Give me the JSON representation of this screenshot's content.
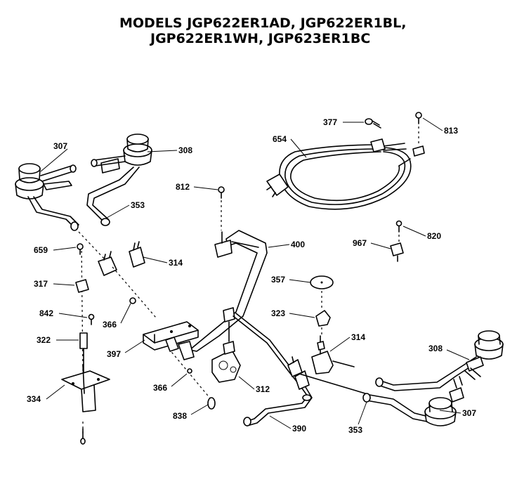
{
  "title": {
    "line1": "MODELS JGP622ER1AD, JGP622ER1BL,",
    "line2": "JGP622ER1WH, JGP623ER1BC"
  },
  "labels": {
    "p307_left": "307",
    "p308_left": "308",
    "p353_left": "353",
    "p314_left": "314",
    "p659": "659",
    "p317": "317",
    "p842": "842",
    "p322": "322",
    "p334": "334",
    "p366_upper": "366",
    "p397": "397",
    "p366_lower": "366",
    "p838": "838",
    "p812": "812",
    "p400": "400",
    "p312": "312",
    "p390": "390",
    "p377": "377",
    "p813": "813",
    "p654": "654",
    "p820": "820",
    "p967": "967",
    "p357": "357",
    "p323": "323",
    "p314_right": "314",
    "p308_right": "308",
    "p307_right": "307",
    "p353_right": "353"
  }
}
